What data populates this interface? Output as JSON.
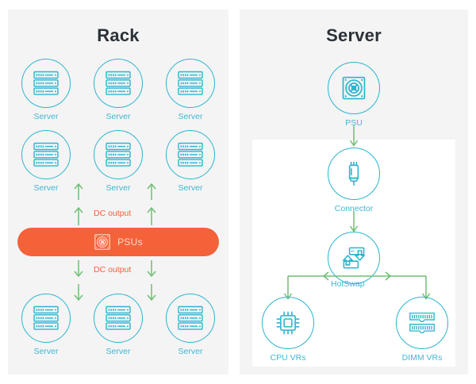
{
  "diagram": {
    "title_left": "Rack",
    "title_right": "Server",
    "colors": {
      "panel_bg": "#f4f4f4",
      "teal": "#2ab5cf",
      "teal_text": "#3fb6d6",
      "orange": "#f4623a",
      "green_arrow": "#6fbf73",
      "title": "#2b3138",
      "card_bg": "#ffffff"
    }
  },
  "rack": {
    "title": "Rack",
    "servers_top": [
      {
        "label": "Server",
        "icon": "server-rack-icon"
      },
      {
        "label": "Server",
        "icon": "server-rack-icon"
      },
      {
        "label": "Server",
        "icon": "server-rack-icon"
      },
      {
        "label": "Server",
        "icon": "server-rack-icon"
      },
      {
        "label": "Server",
        "icon": "server-rack-icon"
      },
      {
        "label": "Server",
        "icon": "server-rack-icon"
      }
    ],
    "servers_bottom": [
      {
        "label": "Server",
        "icon": "server-rack-icon"
      },
      {
        "label": "Server",
        "icon": "server-rack-icon"
      },
      {
        "label": "Server",
        "icon": "server-rack-icon"
      }
    ],
    "psus": {
      "label": "PSUs",
      "icon": "psu-fan-icon"
    },
    "flow_up_label": "DC output",
    "flow_down_label": "DC output"
  },
  "server": {
    "title": "Server",
    "nodes": {
      "psu": {
        "label": "PSU",
        "icon": "psu-fan-icon"
      },
      "connector": {
        "label": "Connector",
        "icon": "connector-icon"
      },
      "hotswap": {
        "label": "HotSwap",
        "icon": "hotswap-icon"
      },
      "cpu_vrs": {
        "label": "CPU VRs",
        "icon": "cpu-chip-icon"
      },
      "dimm_vrs": {
        "label": "DIMM VRs",
        "icon": "dimm-module-icon"
      }
    }
  }
}
